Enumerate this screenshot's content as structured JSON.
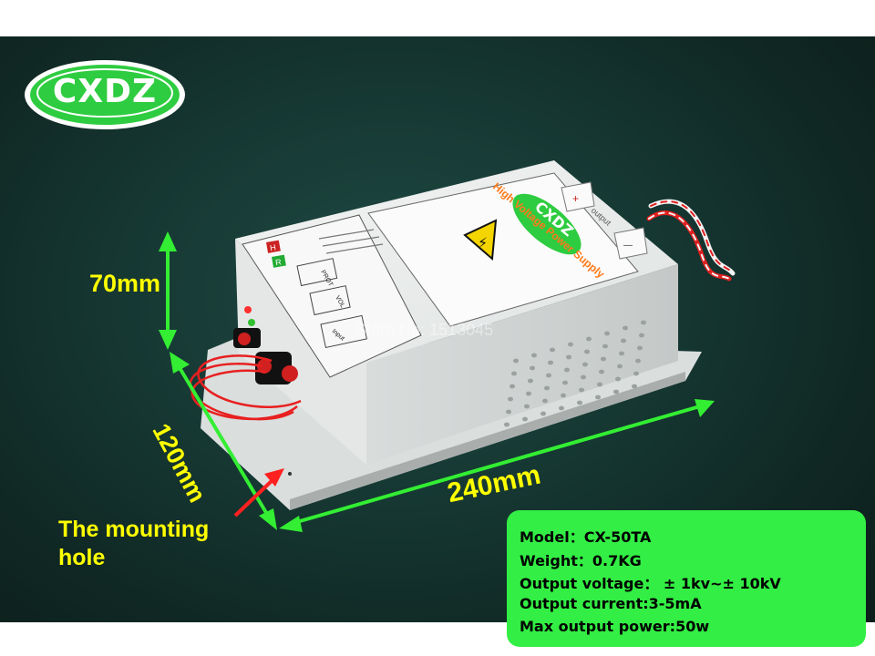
{
  "logo": {
    "text": "CXDZ",
    "color": "#2ecc40"
  },
  "dimensions": {
    "height_label": "70mm",
    "length_label": "240mm",
    "width_label": "120mm",
    "arrow_color": "#33ee33"
  },
  "mounting_hole": {
    "line1": "The mounting",
    "line2": "hole",
    "arrow_color": "#ff2020"
  },
  "watermark": "Store No: 1513045",
  "device": {
    "lid_title": "High Voltage Power Supply",
    "lid_logo": "CXDZ",
    "port_plus": "+",
    "port_minus": "—",
    "port_label": "output",
    "panel_labels": [
      "H",
      "R",
      "PROT",
      "VOL",
      "Input"
    ]
  },
  "spec_panel": {
    "model": "Model：CX-50TA",
    "weight": "Weight：0.7KG",
    "output_voltage": "Output voltage： ± 1kv~± 10kV",
    "output_current": "Output current:3-5mA",
    "max_power": "Max output power:50w",
    "background": "#33ee44"
  }
}
